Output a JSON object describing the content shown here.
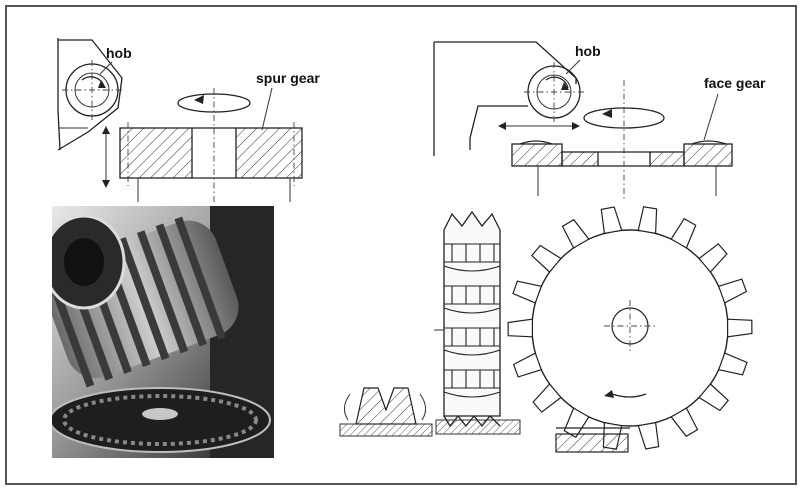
{
  "labels": {
    "left_hob": "hob",
    "spur_gear": "spur gear",
    "right_hob": "hob",
    "face_gear": "face gear"
  },
  "colors": {
    "ink": "#222222",
    "frame": "#555555",
    "photo_dark": "#1a1a1a",
    "photo_light": "#d8d8d8"
  }
}
